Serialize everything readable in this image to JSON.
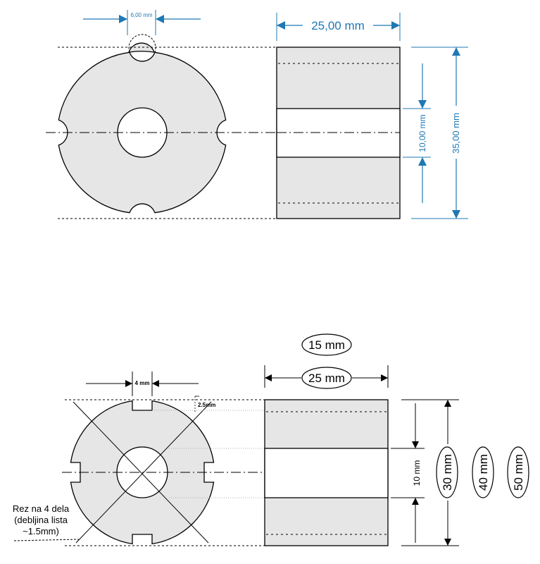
{
  "colors": {
    "part_fill": "#e6e6e6",
    "outline": "#000000",
    "dimension_blue": "#1f78b4",
    "dimension_black": "#000000",
    "hidden_line": "#000000"
  },
  "top_drawing": {
    "notch_width_label": "6,00 mm",
    "length_label": "25,00 mm",
    "bore_label": "10,00 mm",
    "diameter_label": "35,00 mm"
  },
  "bottom_drawing": {
    "slot_width_label": "4 mm",
    "slot_depth_label": "2.5mm",
    "length_options": [
      "15 mm",
      "25 mm"
    ],
    "bore_label": "10 mm",
    "diameter_options": [
      "30 mm",
      "40 mm",
      "50 mm"
    ],
    "cut_note": [
      "Rez na 4 dela",
      "(debljina lista",
      "~1.5mm)"
    ]
  }
}
